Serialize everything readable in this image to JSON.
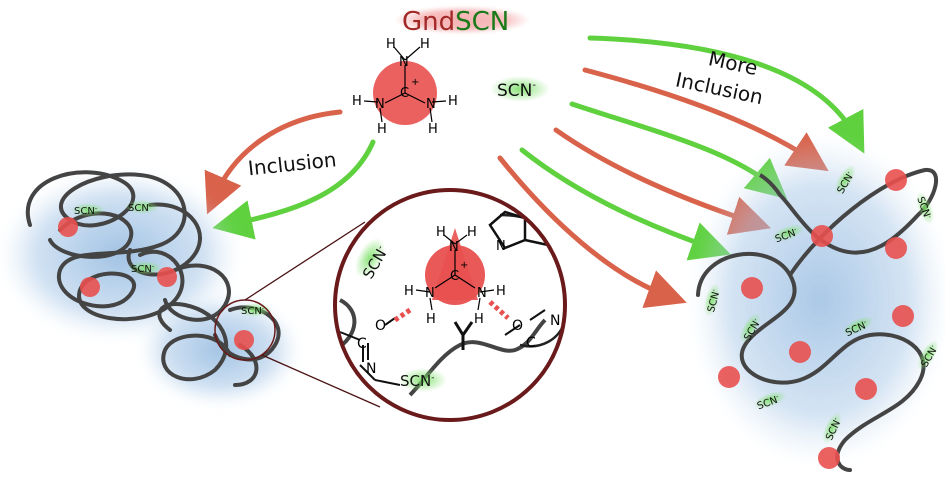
{
  "title": {
    "gnd": "Gnd",
    "scn": "SCN"
  },
  "ion_label": {
    "text": "SCN",
    "sup": "-"
  },
  "labels": {
    "inclusion": "Inclusion",
    "more_inclusion_line1": "More",
    "more_inclusion_line2": "Inclusion"
  },
  "molecule": {
    "center": "C",
    "charge": "+",
    "n": "N",
    "h": "H"
  },
  "zoom_labels": {
    "c": "C",
    "o": "O",
    "n": "N",
    "h": "H"
  },
  "colors": {
    "gnd_red": "#e8504f",
    "scn_green": "#22aa22",
    "arrow_red": "#d9624a",
    "arrow_green": "#5fd13f",
    "glow_blue": "#8fb7de",
    "chain": "#444444",
    "zoom_ring": "#6a1a1a"
  }
}
